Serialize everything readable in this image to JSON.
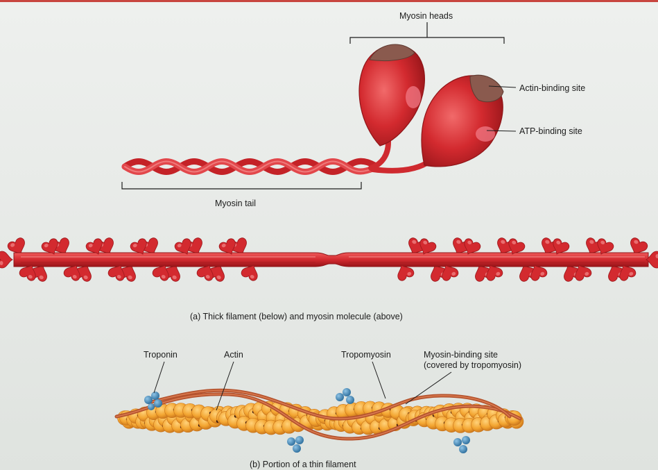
{
  "figure": {
    "top_labels": {
      "myosin_heads": "Myosin heads",
      "actin_binding_site": "Actin-binding site",
      "atp_binding_site": "ATP-binding site",
      "myosin_tail": "Myosin tail"
    },
    "caption_a": "(a) Thick filament (below) and myosin molecule (above)",
    "bottom_labels": {
      "troponin": "Troponin",
      "actin": "Actin",
      "tropomyosin": "Tropomyosin",
      "myosin_binding_site": "Myosin-binding site",
      "myosin_binding_site_note": "(covered by tropomyosin)"
    },
    "caption_b": "(b) Portion of a thin filament"
  },
  "colors": {
    "myosin_red": "#d32a2f",
    "myosin_dark": "#8f1518",
    "head_cap": "#8a5a4e",
    "actin_orange": "#f3a531",
    "actin_dark": "#c8731a",
    "tropomyosin": "#b5532e",
    "troponin_blue": "#3f86b8",
    "binding_dot": "#3a1c12"
  }
}
